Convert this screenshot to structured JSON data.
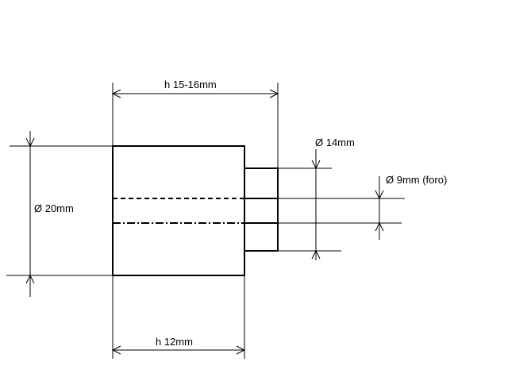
{
  "dimensions": {
    "overall_length": "h 15-16mm",
    "body_length": "h 12mm",
    "body_diameter": "Ø 20mm",
    "step_diameter": "Ø 14mm",
    "bore_diameter": "Ø 9mm (foro)"
  }
}
